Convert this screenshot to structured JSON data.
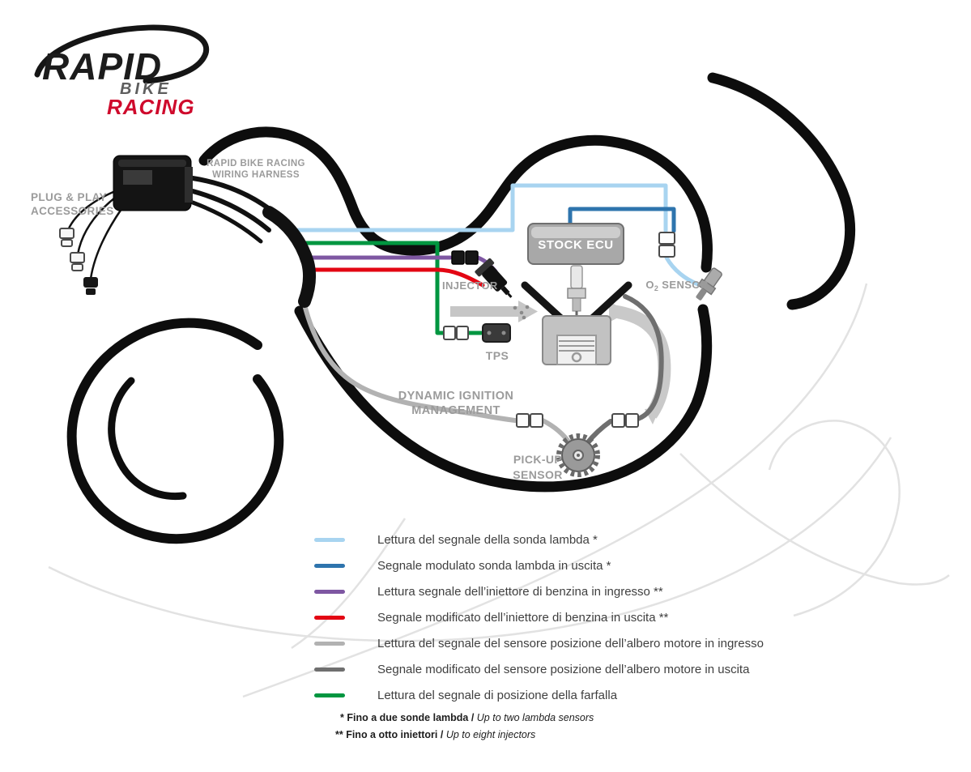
{
  "logo": {
    "rapid": "RAPID",
    "bike": "BIKE",
    "racing": "RACING"
  },
  "labels": {
    "plug_play_1": "PLUG & PLAY",
    "plug_play_2": "ACCESSORIES",
    "harness_1": "RAPID BIKE RACING",
    "harness_2": "WIRING HARNESS",
    "stock_ecu": "STOCK ECU",
    "injector": "INJECTOR",
    "o2_pre": "O",
    "o2_sub": "2",
    "o2_post": " SENSOR",
    "tps": "TPS",
    "dim_1": "DYNAMIC IGNITION",
    "dim_2": "MANAGEMENT",
    "pickup_1": "PICK-UP",
    "pickup_2": "SENSOR"
  },
  "wire_colors": {
    "lambda_in": "#a8d4f0",
    "lambda_out": "#2e74ad",
    "injector_in": "#7e57a2",
    "injector_out": "#e30613",
    "crank_in": "#b2b2b2",
    "crank_out": "#6f6f6f",
    "tps": "#009640"
  },
  "legend": {
    "items": [
      {
        "color": "#a8d4f0",
        "text": "Lettura del segnale della sonda lambda *"
      },
      {
        "color": "#2e74ad",
        "text": "Segnale modulato sonda lambda in uscita *"
      },
      {
        "color": "#7e57a2",
        "text": "Lettura segnale dell’iniettore di benzina in ingresso **"
      },
      {
        "color": "#e30613",
        "text": "Segnale modificato dell’iniettore di benzina in uscita **"
      },
      {
        "color": "#b2b2b2",
        "text": "Lettura del segnale del sensore posizione dell’albero motore in ingresso"
      },
      {
        "color": "#6f6f6f",
        "text": "Segnale modificato del sensore posizione dell’albero motore in uscita"
      },
      {
        "color": "#009640",
        "text": "Lettura del segnale di posizione della farfalla"
      }
    ]
  },
  "footnotes": [
    {
      "prefix": "* Fino a due sonde lambda / ",
      "note": "Up to two lambda sensors"
    },
    {
      "prefix": "** Fino a otto iniettori / ",
      "note": "Up to eight injectors"
    }
  ]
}
